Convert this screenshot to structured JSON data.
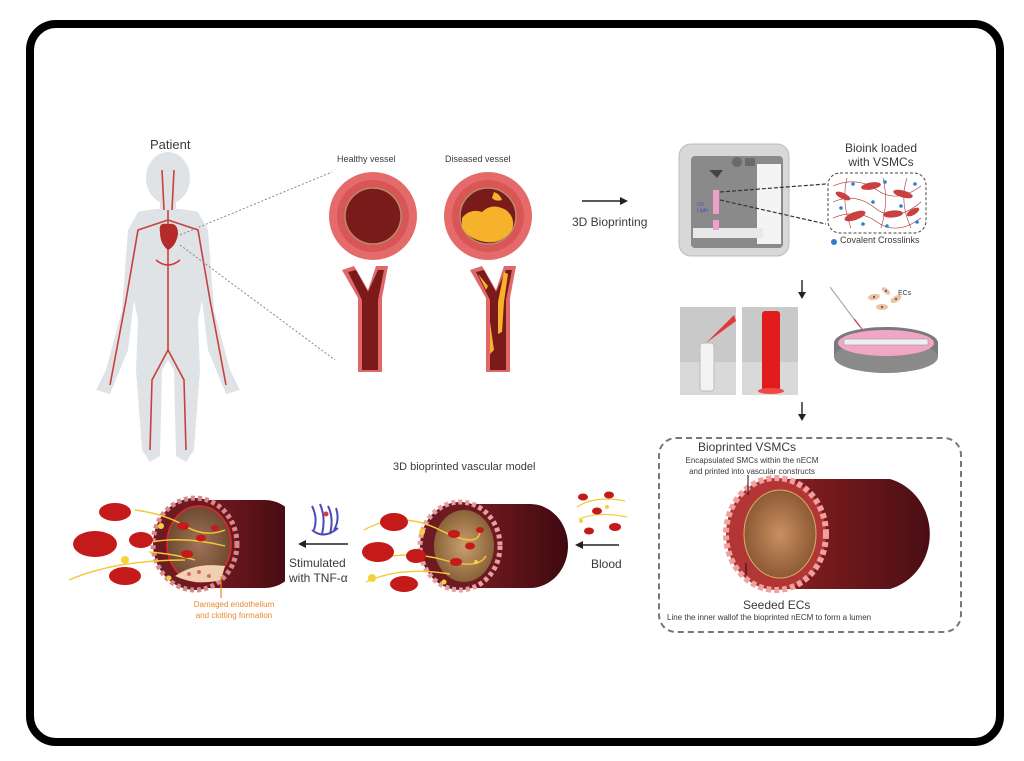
{
  "figure": {
    "patient": {
      "label": "Patient"
    },
    "vessels": {
      "healthy_label": "Healthy vessel",
      "diseased_label": "Diseased vessel"
    },
    "step_bioprinting": {
      "label": "3D Bioprinting"
    },
    "bioink": {
      "title_line1": "Bioink loaded",
      "title_line2": "with VSMCs",
      "legend": "Covalent Crosslinks"
    },
    "culture": {
      "ecs_label": "ECs"
    },
    "construct": {
      "vsmc_title": "Bioprinted VSMCs",
      "vsmc_desc_line1": "Encapsulated SMCs within the nECM",
      "vsmc_desc_line2": "and printed into vascular constructs",
      "ec_title": "Seeded ECs",
      "ec_desc": "Line the inner wallof the bioprinted nECM to form a lumen"
    },
    "model": {
      "title": "3D bioprinted vascular model",
      "blood_label": "Blood"
    },
    "stimulation": {
      "line1": "Stimulated",
      "line2": "with TNF-α"
    },
    "damage": {
      "line1": "Damaged endothelium",
      "line2": "and clotting formation"
    }
  },
  "colors": {
    "frame": "#000000",
    "vessel_dark": "#7a1a1a",
    "vessel_wall": "#e06868",
    "plaque": "#f5b22a",
    "rbc": "#c81e1e",
    "accent_orange": "#e8892e",
    "crosslink_blue": "#2f7fd1"
  }
}
